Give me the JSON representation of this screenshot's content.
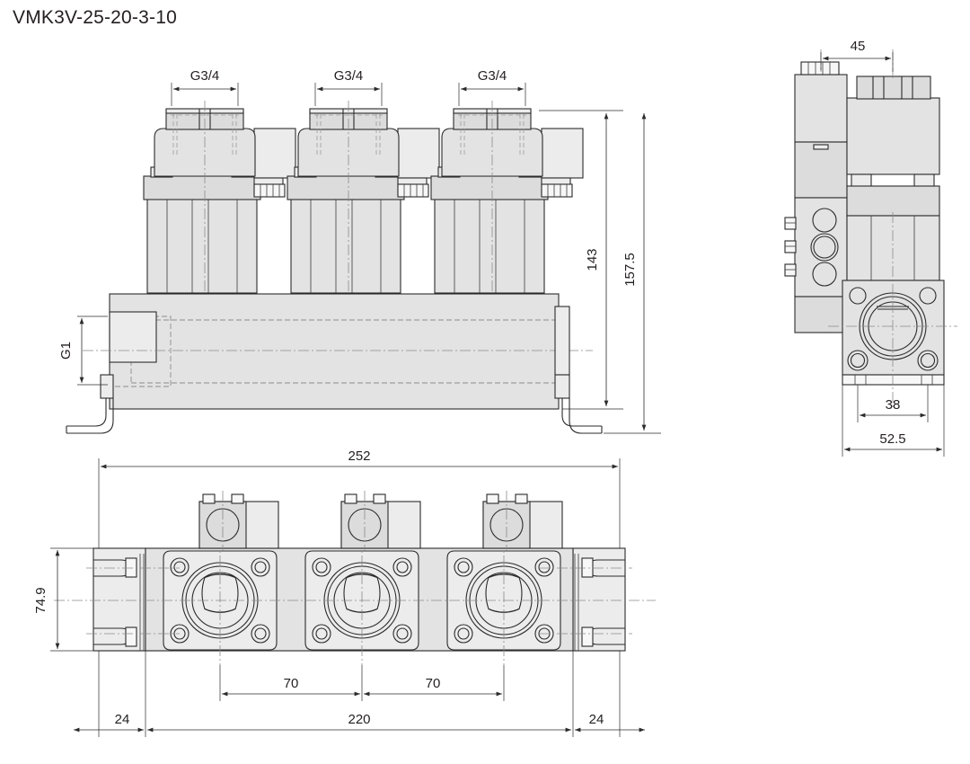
{
  "drawing": {
    "title": "VMK3V-25-20-3-10",
    "type": "engineering-dimension-drawing",
    "units": "mm",
    "views": [
      {
        "name": "front-view",
        "position": "top-left"
      },
      {
        "name": "side-view",
        "position": "top-right"
      },
      {
        "name": "bottom-view",
        "position": "bottom-left"
      }
    ]
  },
  "front_view": {
    "port_labels": [
      "G3/4",
      "G3/4",
      "G3/4"
    ],
    "side_port_label": "G1",
    "height_dims": [
      {
        "label": "143",
        "name": "valve-stack-height"
      },
      {
        "label": "157.5",
        "name": "overall-height"
      }
    ],
    "station_count": 3
  },
  "side_view": {
    "top_dim": "45",
    "bottom_dims": [
      "38",
      "52.5"
    ],
    "indicator_circle_count": 3
  },
  "bottom_view": {
    "overall_width": "252",
    "body_width": "220",
    "end_offsets": [
      "24",
      "24"
    ],
    "pitches": [
      "70",
      "70"
    ],
    "depth": "74.9",
    "station_count": 3
  },
  "colors": {
    "line": "#2b2b2b",
    "fill": "#e3e3e3",
    "fill_light": "#ececec",
    "hidden": "#8d8d8d",
    "center": "#8a8a8a",
    "text": "#231f20"
  }
}
